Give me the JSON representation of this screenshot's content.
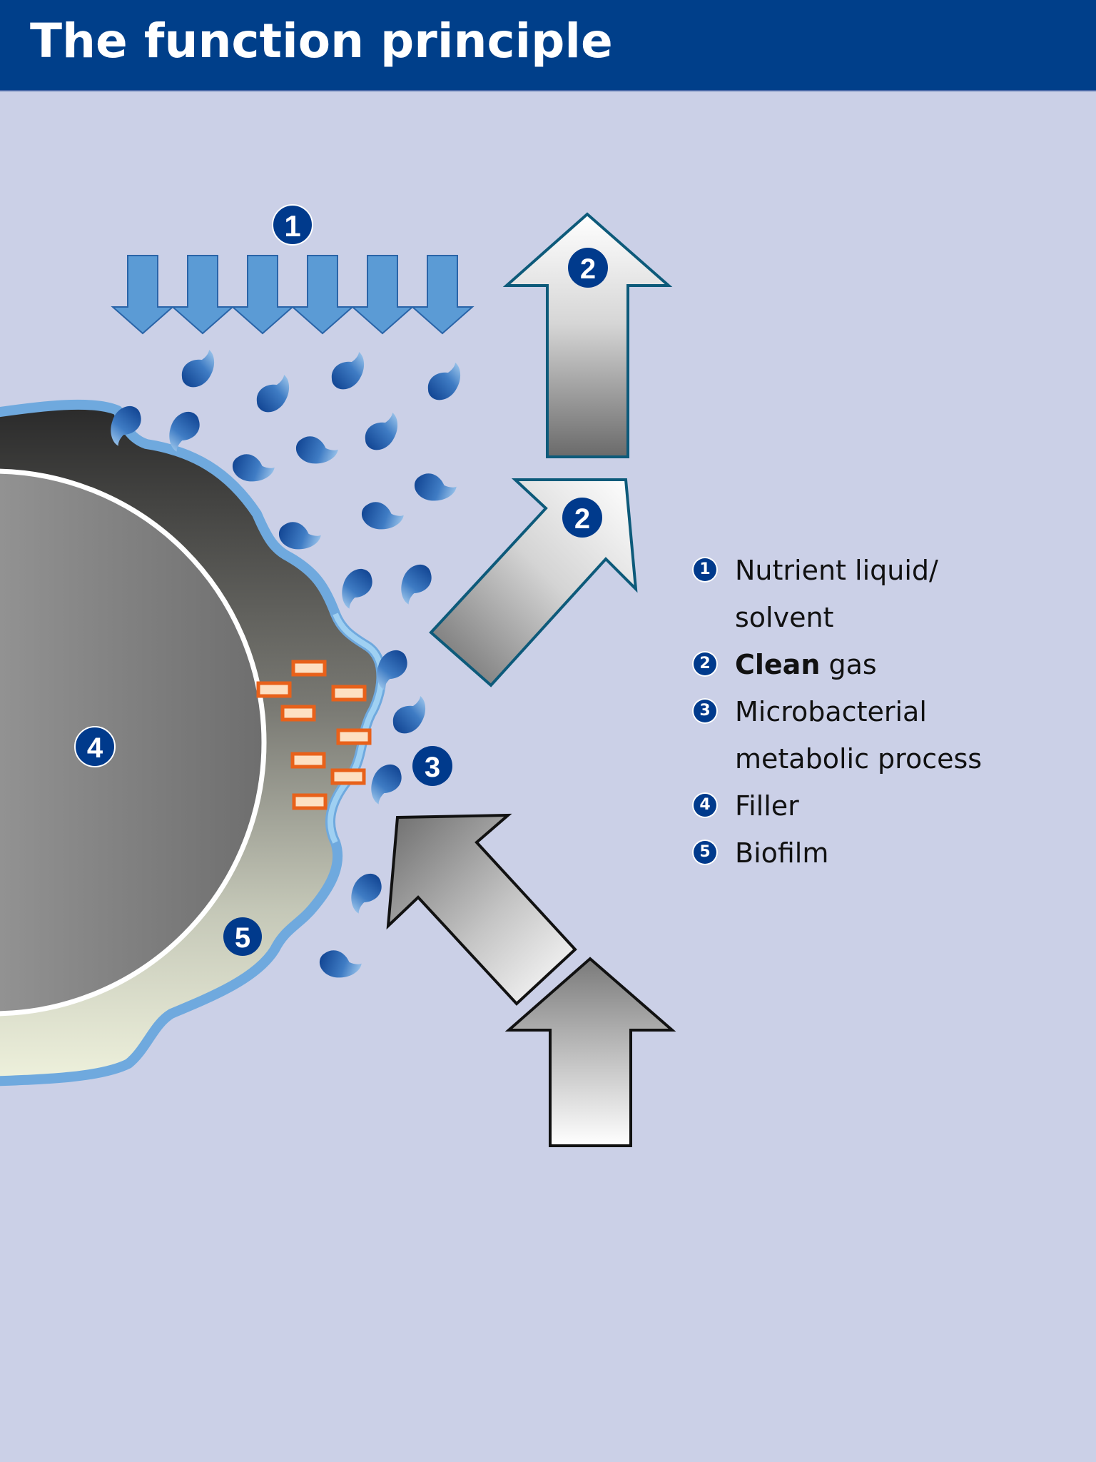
{
  "header": {
    "title": "The function principle"
  },
  "colors": {
    "header_bg": "#003f8a",
    "page_bg": "#cbd0e7",
    "badge": "#003a8c",
    "nutrient_arrow": "#5b9bd5",
    "clean_gas_outline": "#0d5a7a",
    "bacteria_stroke": "#e8611a",
    "bacteria_fill": "#fde0c2",
    "biofilm_edge": "#7fb7e6"
  },
  "diagram": {
    "badges": [
      {
        "id": "1",
        "label": "1",
        "refers_to": "Nutrient liquid/solvent"
      },
      {
        "id": "2a",
        "label": "2",
        "refers_to": "Clean gas"
      },
      {
        "id": "2b",
        "label": "2",
        "refers_to": "Clean gas"
      },
      {
        "id": "3",
        "label": "3",
        "refers_to": "Microbacterial metabolic process"
      },
      {
        "id": "4",
        "label": "4",
        "refers_to": "Filler"
      },
      {
        "id": "5",
        "label": "5",
        "refers_to": "Biofilm"
      }
    ],
    "nutrient_arrow_count": 6,
    "droplet_count": 19,
    "bacteria_count": 8
  },
  "legend": {
    "items": [
      {
        "num": "1",
        "lines": [
          "Nutrient liquid/",
          "solvent"
        ],
        "bold": ""
      },
      {
        "num": "2",
        "lines": [
          " gas"
        ],
        "bold": "Clean"
      },
      {
        "num": "3",
        "lines": [
          "Microbacterial",
          "metabolic process"
        ],
        "bold": ""
      },
      {
        "num": "4",
        "lines": [
          "Filler"
        ],
        "bold": ""
      },
      {
        "num": "5",
        "lines": [
          "Biofilm"
        ],
        "bold": ""
      }
    ]
  }
}
